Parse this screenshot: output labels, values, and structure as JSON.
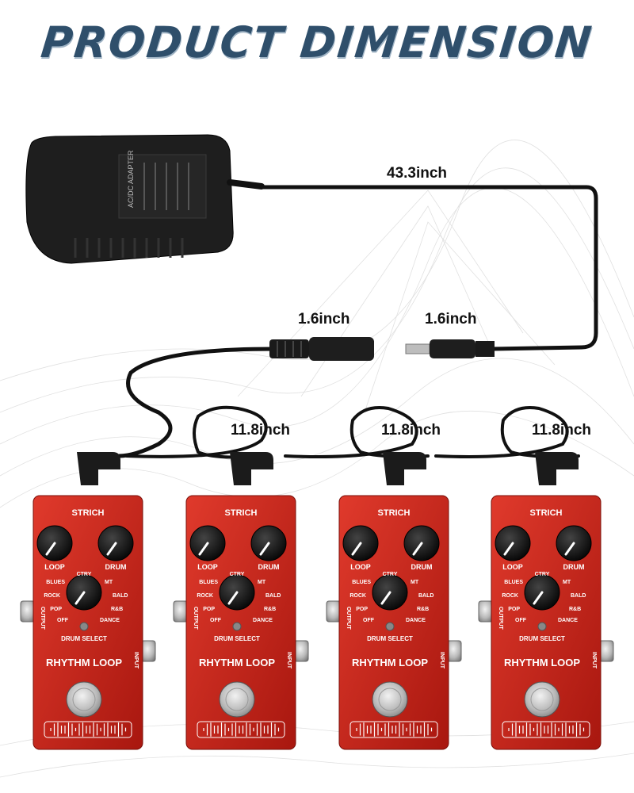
{
  "title": "PRODUCT DIMENSION",
  "dimensions": {
    "main_cable": "43.3inch",
    "plug_left": "1.6inch",
    "plug_right": "1.6inch",
    "daisy_1": "11.8inch",
    "daisy_2": "11.8inch",
    "daisy_3": "11.8inch"
  },
  "adapter_label": "AC/DC ADAPTER",
  "pedal": {
    "brand": "STRICH",
    "name": "RHYTHM LOOP",
    "knob_left": "LOOP",
    "knob_right": "DRUM",
    "select_label": "DRUM SELECT",
    "output_label": "OUTPUT",
    "input_label": "INPUT",
    "styles": [
      "BLUES",
      "CTRY",
      "MT",
      "ROCK",
      "BALD",
      "POP",
      "R&B",
      "OFF",
      "DANCE"
    ],
    "color": "#c8271d"
  },
  "title_color": "#2f4f6b"
}
